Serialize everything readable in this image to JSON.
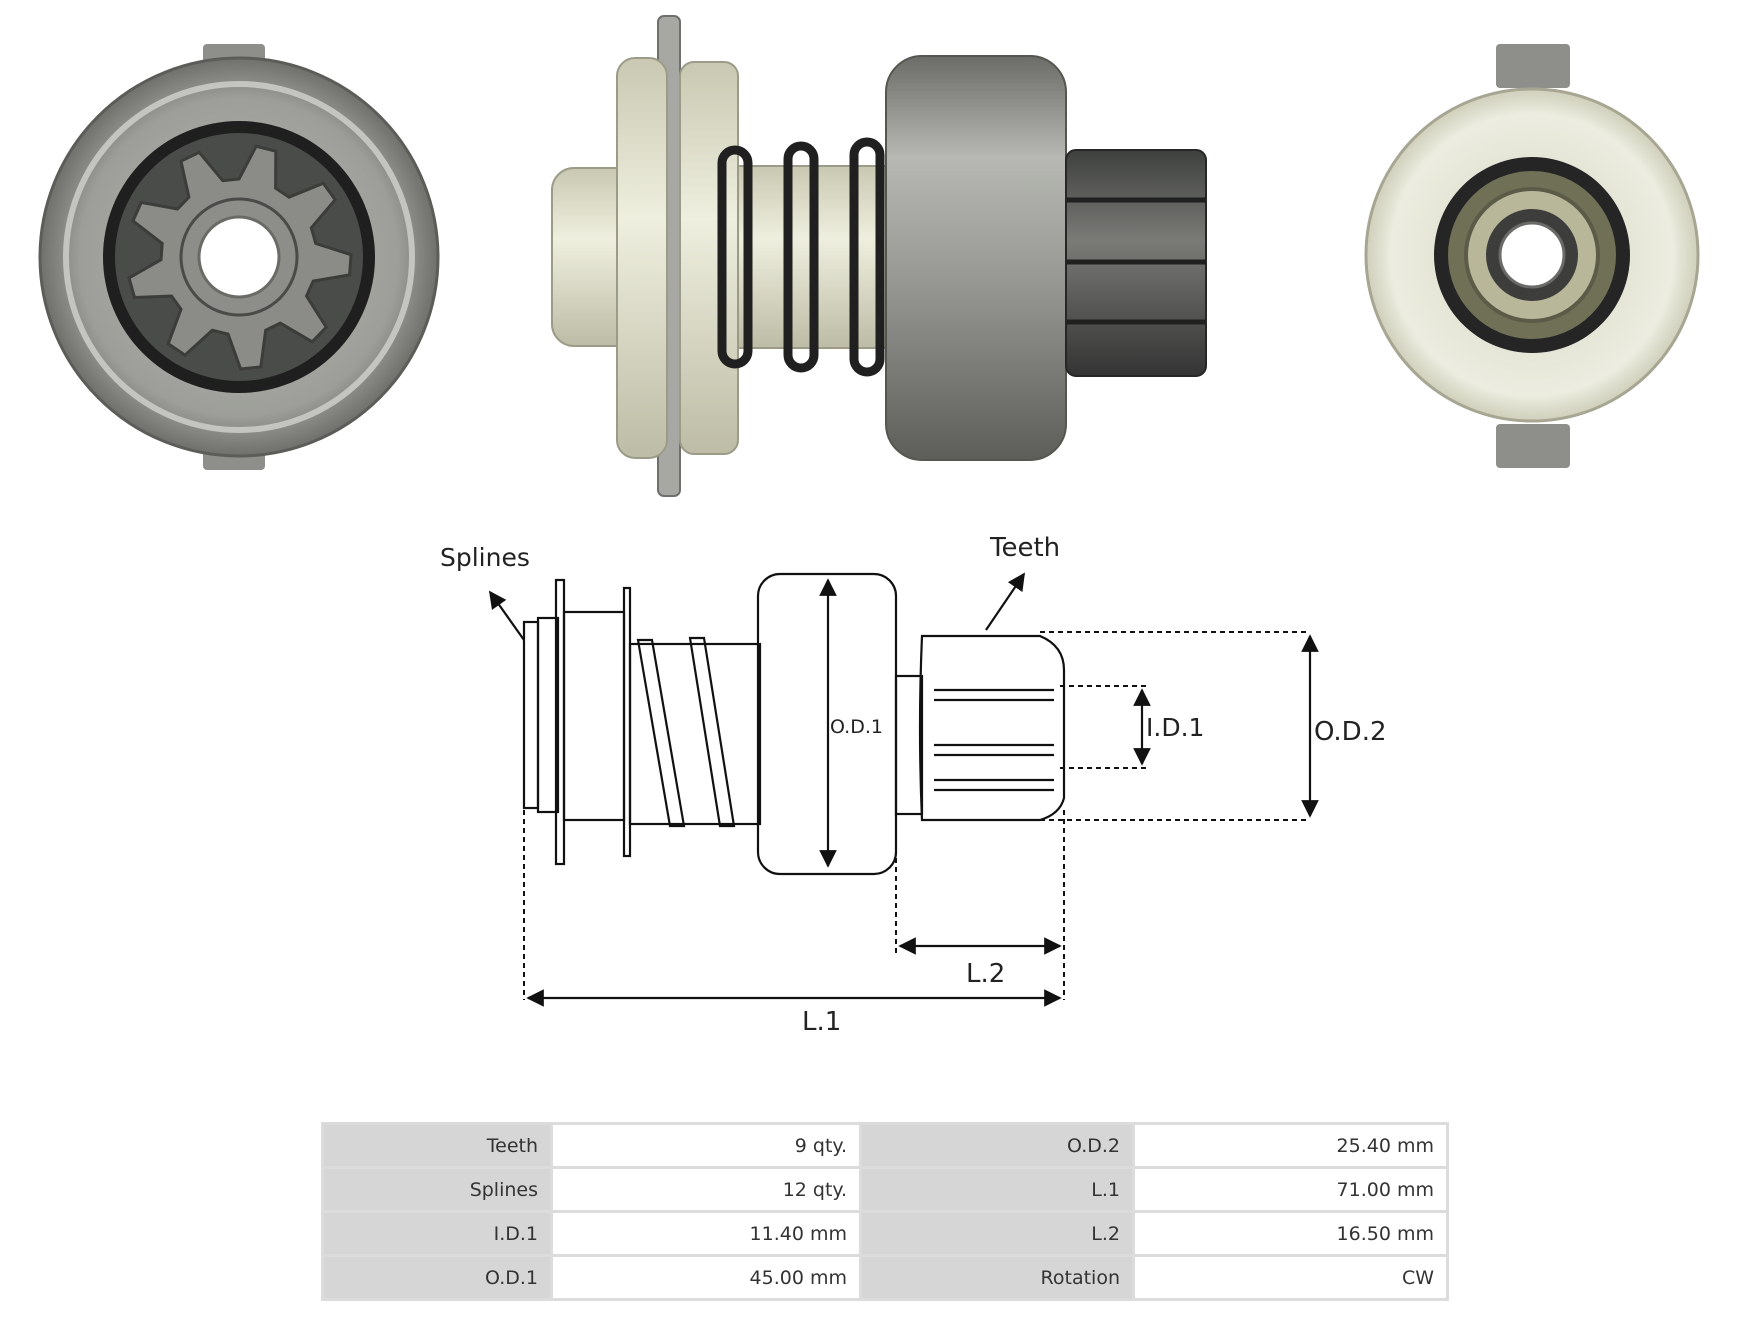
{
  "diagram": {
    "labels": {
      "splines": "Splines",
      "teeth": "Teeth",
      "od1": "O.D.1",
      "id1": "I.D.1",
      "od2": "O.D.2",
      "l2": "L.2",
      "l1": "L.1"
    }
  },
  "specs": {
    "rows": [
      {
        "k1": "Teeth",
        "v1": "9 qty.",
        "k2": "O.D.2",
        "v2": "25.40 mm"
      },
      {
        "k1": "Splines",
        "v1": "12 qty.",
        "k2": "L.1",
        "v2": "71.00 mm"
      },
      {
        "k1": "I.D.1",
        "v1": "11.40 mm",
        "k2": "L.2",
        "v2": "16.50 mm"
      },
      {
        "k1": "O.D.1",
        "v1": "45.00 mm",
        "k2": "Rotation",
        "v2": "CW"
      }
    ]
  },
  "colors": {
    "steel": "#9a9b96",
    "plastic": "#e6e6d2",
    "dark": "#3a3c3a"
  }
}
